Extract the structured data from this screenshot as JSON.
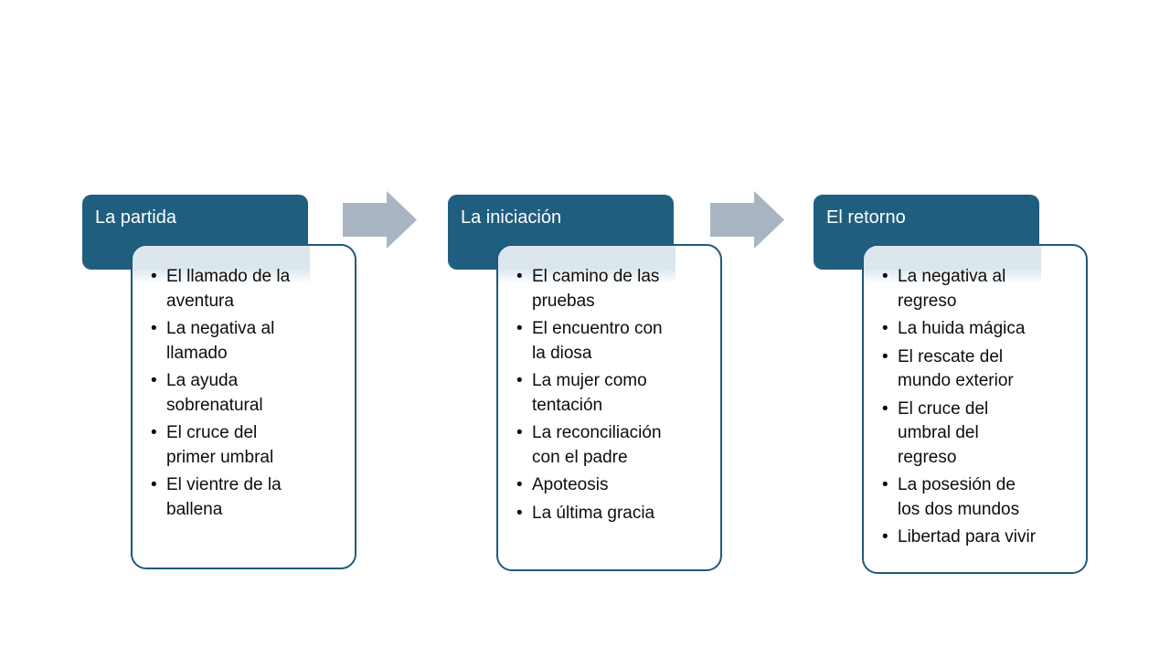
{
  "colors": {
    "header_bg": "#205E80",
    "panel_border": "#1E5A7B",
    "panel_band": "#DCE6ED",
    "arrow": "#A9B5C2",
    "title_text": "#FFFFFF",
    "body_text": "#0D0D0D",
    "background": "#FFFFFF"
  },
  "diagram": {
    "type": "process-flow",
    "stages": [
      {
        "title": "La partida",
        "items": [
          "El llamado de la\naventura",
          "La negativa al\nllamado",
          "La ayuda\nsobrenatural",
          "El cruce del\nprimer umbral",
          "El vientre de la\nballena"
        ]
      },
      {
        "title": "La iniciación",
        "items": [
          "El camino de las\npruebas",
          "El encuentro con\nla diosa",
          "La mujer como\ntentación",
          "La reconciliación\ncon el padre",
          "Apoteosis",
          "La última gracia"
        ]
      },
      {
        "title": "El retorno",
        "items": [
          "La negativa al\nregreso",
          "La huida mágica",
          "El rescate del\nmundo exterior",
          "El cruce del\numbral del\nregreso",
          "La posesión de\nlos dos mundos",
          "Libertad para vivir"
        ]
      }
    ],
    "arrows": [
      "forward-arrow",
      "forward-arrow"
    ]
  }
}
